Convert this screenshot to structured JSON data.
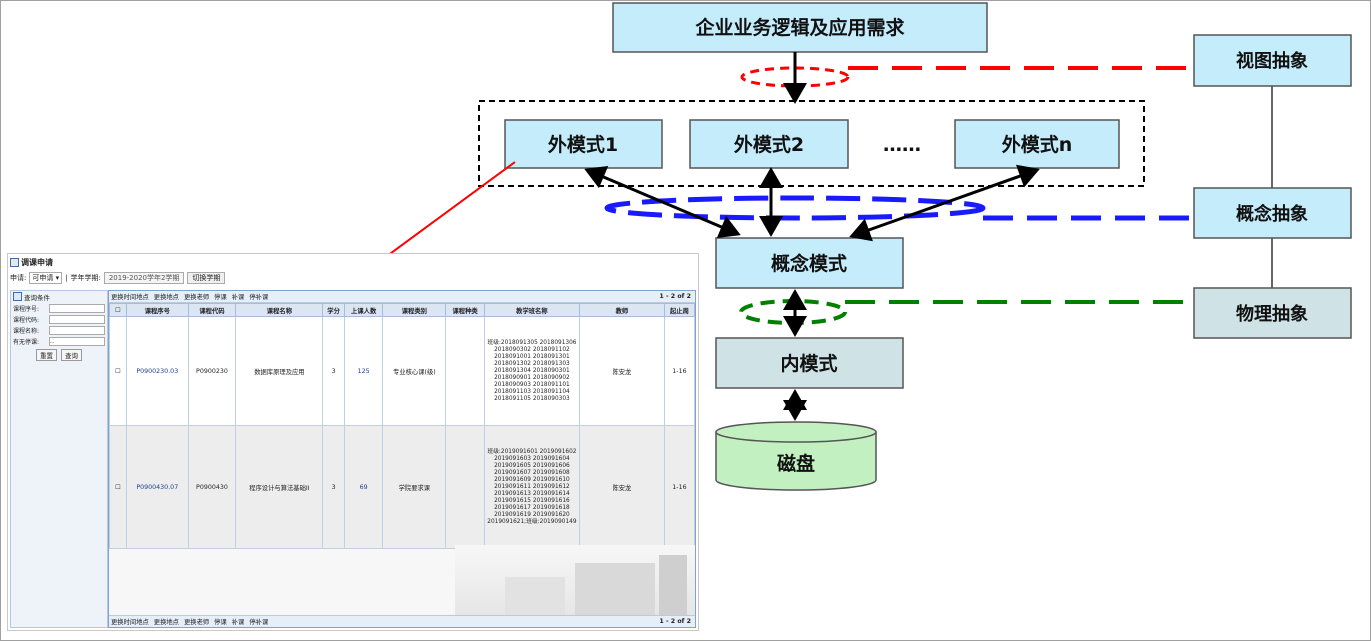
{
  "diagram": {
    "top_box": "企业业务逻辑及应用需求",
    "external_1": "外模式1",
    "external_2": "外模式2",
    "ellipsis": "……",
    "external_n": "外模式n",
    "conceptual": "概念模式",
    "internal": "内模式",
    "disk": "磁盘",
    "view_abstraction": "视图抽象",
    "concept_abstraction": "概念抽象",
    "physical_abstraction": "物理抽象",
    "colors": {
      "red": "#ff0000",
      "blue": "#1a1aff",
      "green": "#008000",
      "box_fill": "#c5ecfb",
      "inner_fill": "#cfe2e6",
      "disk_fill": "#c3f0c0"
    }
  },
  "app": {
    "title": "调课申请",
    "apply_label": "申请:",
    "apply_value": "可申请",
    "term_label": "学年学期:",
    "term_value": "2019-2020学年2学期",
    "switch_term": "切换学期",
    "query_header": "查询条件",
    "query_fields": [
      {
        "label": "课程序号:"
      },
      {
        "label": "课程代码:"
      },
      {
        "label": "课程名称:"
      },
      {
        "label": "有无停课:",
        "value": "..."
      }
    ],
    "reset_btn": "重置",
    "query_btn": "查询",
    "toolbar": [
      "更换时间地点",
      "更换地点",
      "更换老师",
      "停课",
      "补课",
      "停补课"
    ],
    "pager": "1 - 2 of 2",
    "columns": [
      "课程序号",
      "课程代码",
      "课程名称",
      "学分",
      "上课人数",
      "课程类别",
      "课程种类",
      "教学班名称",
      "教师",
      "起止周"
    ],
    "rows": [
      {
        "no": "P0900230.03",
        "code": "P0900230",
        "name": "数据库原理及应用",
        "credit": "3",
        "students": "125",
        "category": "专业核心课(级)",
        "kind": "",
        "classes": "班级:2018091305 2018091306 2018090302 2018091102 2018091001 2018091301 2018091302 2018091303 2018091304 2018090301 2018090901 2018090902 2018090903 2018091101 2018091103 2018091104 2018091105 2018090303",
        "teacher": "陈安龙",
        "weeks": "1-16"
      },
      {
        "no": "P0900430.07",
        "code": "P0900430",
        "name": "程序设计与算法基础II",
        "credit": "3",
        "students": "69",
        "category": "学院要求课",
        "kind": "",
        "classes": "班级:2019091601 2019091602 2019091603 2019091604 2019091605 2019091606 2019091607 2019091608 2019091609 2019091610 2019091611 2019091612 2019091613 2019091614 2019091615 2019091616 2019091617 2019091618 2019091619 2019091620 2019091621;班级:2019090149",
        "teacher": "陈安龙",
        "weeks": "1-16"
      }
    ]
  }
}
